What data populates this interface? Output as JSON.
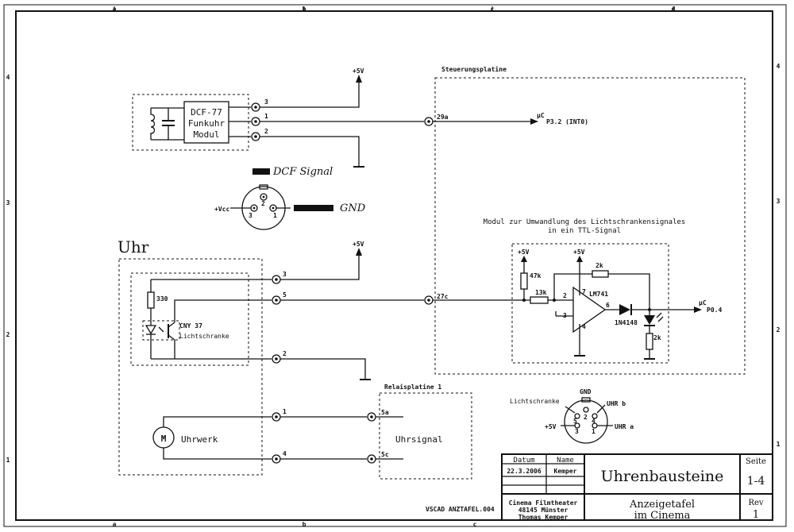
{
  "grid": {
    "columns": [
      "a",
      "b",
      "c",
      "d"
    ],
    "rows": [
      "4",
      "3",
      "2",
      "1"
    ]
  },
  "dcf": {
    "module_line1": "DCF-77",
    "module_line2": "Funkuhr",
    "module_line3": "Modul",
    "pins": [
      "3",
      "1",
      "2"
    ],
    "supply": "+5V",
    "connector_label": "29a",
    "uc_label": "µC",
    "uc_port": "P3.2 (INT0)"
  },
  "din_note": {
    "signal_handwritten": "DCF Signal",
    "gnd_handwritten": "GND",
    "vcc": "+Vcc",
    "pin_top": "2",
    "pin_left": "3",
    "pin_right": "1"
  },
  "control_board": {
    "title": "Steuerungsplatine",
    "module_title_line1": "Modul zur Umwandlung des Lichtschrankensignales",
    "module_title_line2": "in ein TTL-Signal",
    "input_connector": "27c",
    "supply_a": "+5V",
    "supply_b": "+5V",
    "r_pullup": "47k",
    "r_in": "13k",
    "r_fb": "2k",
    "opamp": "LM741",
    "pin_plus": "3",
    "pin_minus": "2",
    "pin_out": "6",
    "pin_vcc": "7",
    "pin_gnd": "4",
    "diode": "1N4148",
    "r_led": "2k",
    "uc_label": "µC",
    "uc_port": "P0.4"
  },
  "uhr": {
    "title": "Uhr",
    "resistor": "330",
    "sensor_line1": "CNY 37",
    "sensor_line2": "Lichtschranke",
    "pins": [
      "3",
      "5",
      "2",
      "1",
      "4"
    ],
    "supply": "+5V",
    "motor_label": "Uhrwerk",
    "motor_symbol": "M"
  },
  "relay_board": {
    "title": "Relaisplatine 1",
    "pin_top": "5a",
    "pin_bottom": "5c",
    "center_label": "Uhrsignal"
  },
  "connector5": {
    "title": "Lichtschranke",
    "gnd": "GND",
    "uhr_b": "UHR b",
    "uhr_a": "UHR a",
    "plus5": "+5V",
    "pins": [
      "2",
      "5",
      "4",
      "1",
      "3"
    ]
  },
  "title_block": {
    "col_date": "Datum",
    "col_name": "Name",
    "date": "22.3.2006",
    "name": "Kemper",
    "title": "Uhrenbausteine",
    "subtitle_line1": "Anzeigetafel",
    "subtitle_line2": "im Cinema",
    "sheet_label": "Seite",
    "sheet_value": "1-4",
    "rev_label": "Rev",
    "rev_value": "1",
    "company_line1": "Cinema Filmtheater",
    "company_line2": "48145 Münster",
    "company_line3": "Thomas Kemper",
    "filename": "VSCAD ANZTAFEL.004"
  }
}
